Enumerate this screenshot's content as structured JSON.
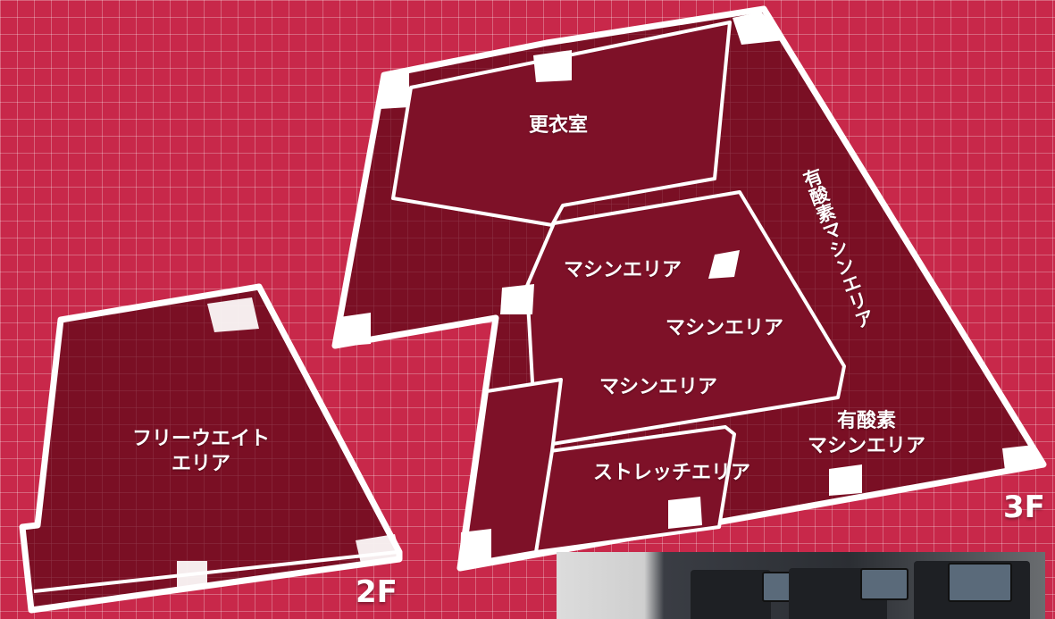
{
  "floors": {
    "f2": {
      "label": "2F",
      "areas": {
        "free_weight": "フリーウエイト\nエリア"
      }
    },
    "f3": {
      "label": "3F",
      "areas": {
        "locker_room": "更衣室",
        "cardio_vertical": "有酸素マシンエリア",
        "machine_1": "マシンエリア",
        "machine_2": "マシンエリア",
        "machine_3": "マシンエリア",
        "cardio": "有酸素\nマシンエリア",
        "stretch": "ストレッチエリア"
      }
    }
  },
  "photo": {
    "subject": "treadmills"
  },
  "colors": {
    "background": "#c8284a",
    "room": "#7a0f24",
    "wall": "#ffffff",
    "text": "#ffffff"
  }
}
